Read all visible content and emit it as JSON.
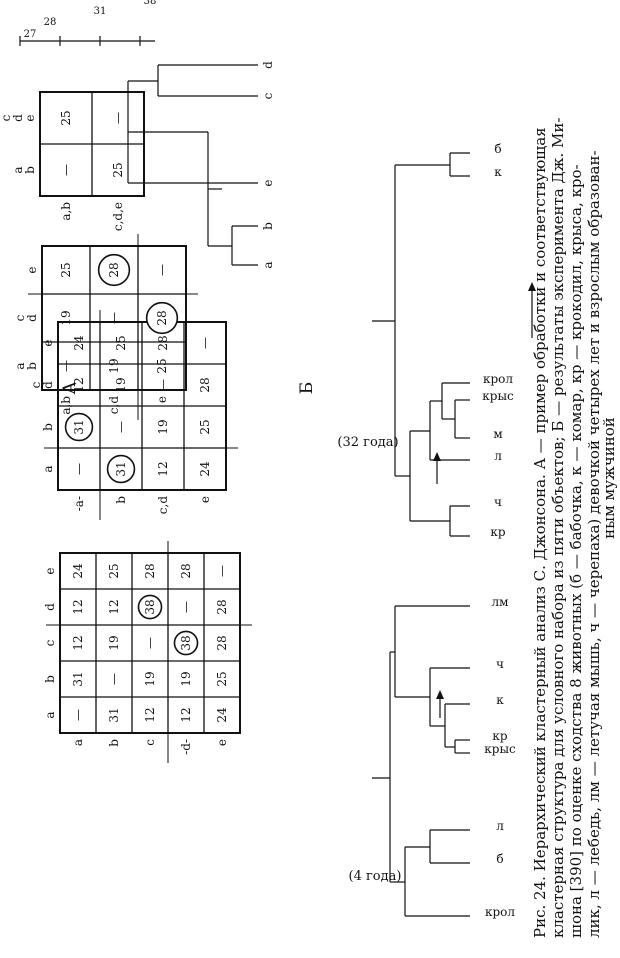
{
  "section_labels": {
    "A": "А",
    "B": "Б"
  },
  "matrix1": {
    "col_headers": [
      "a",
      "b",
      "c",
      "d",
      "e"
    ],
    "row_headers": [
      "a",
      "b",
      "c",
      "-d-",
      "e"
    ],
    "cells": [
      [
        "—",
        "31",
        "12",
        "12",
        "24"
      ],
      [
        "31",
        "—",
        "19",
        "12",
        "25"
      ],
      [
        "12",
        "19",
        "—",
        "38",
        "28"
      ],
      [
        "12",
        "19",
        "38",
        "—",
        "28"
      ],
      [
        "24",
        "25",
        "28",
        "28",
        "—"
      ]
    ],
    "circled": [
      [
        2,
        3
      ],
      [
        3,
        2
      ]
    ]
  },
  "matrix2": {
    "col_headers": [
      "a",
      "b",
      "c\nd",
      "e"
    ],
    "row_headers": [
      "-a-",
      "b",
      "c,d",
      "e"
    ],
    "cells": [
      [
        "—",
        "31",
        "12",
        "24"
      ],
      [
        "31",
        "—",
        "19",
        "25"
      ],
      [
        "12",
        "19",
        "—",
        "28"
      ],
      [
        "24",
        "25",
        "28",
        "—"
      ]
    ],
    "circled": [
      [
        0,
        1
      ],
      [
        1,
        0
      ]
    ]
  },
  "matrix3": {
    "col_headers": [
      "a\nb",
      "c\nd",
      "e"
    ],
    "row_headers": [
      "a,b",
      "c,d",
      "e"
    ],
    "cells": [
      [
        "—",
        "19",
        "25"
      ],
      [
        "19",
        "—",
        "28"
      ],
      [
        "25",
        "28",
        "—"
      ]
    ],
    "circled": [
      [
        1,
        2
      ],
      [
        2,
        1
      ]
    ]
  },
  "matrix4": {
    "col_headers": [
      "a\nb",
      "c\nd\ne"
    ],
    "row_headers": [
      "a,b",
      "c,d,e"
    ],
    "cells": [
      [
        "—",
        "25"
      ],
      [
        "25",
        "—"
      ]
    ]
  },
  "dendrogram_A": {
    "leaves": [
      "a",
      "b",
      "e",
      "c",
      "d"
    ],
    "scale_ticks": [
      "27",
      "28",
      "31",
      "38"
    ]
  },
  "tree_4yrs": {
    "label": "(4 года)",
    "leaves": [
      "крол",
      "б",
      "л",
      "крыс",
      "кр",
      "к",
      "ч",
      "лм"
    ]
  },
  "tree_32yrs": {
    "label": "(32 года)",
    "leaves": [
      "кр",
      "ч",
      "л",
      "м",
      "крыс",
      "крол",
      "к",
      "б"
    ]
  },
  "caption": {
    "line1": "Рис. 24. Иерархический кластерный анализ С. Джонсона. А — пример обработки и соответствующая",
    "line2": "кластерная структура для условного набора из пяти объектов; Б — результаты эксперимента Дж. Ми-",
    "line3": "шона [390] по оценке сходства 8 животных (б — бабочка, к — комар, кр — крокодил, крыса, кро-",
    "line4": "лик, л — лебедь, лм — летучая мышь, ч — черепаха) девочкой четырех лет и взрослым образован-",
    "line5": "ным мужчиной"
  }
}
